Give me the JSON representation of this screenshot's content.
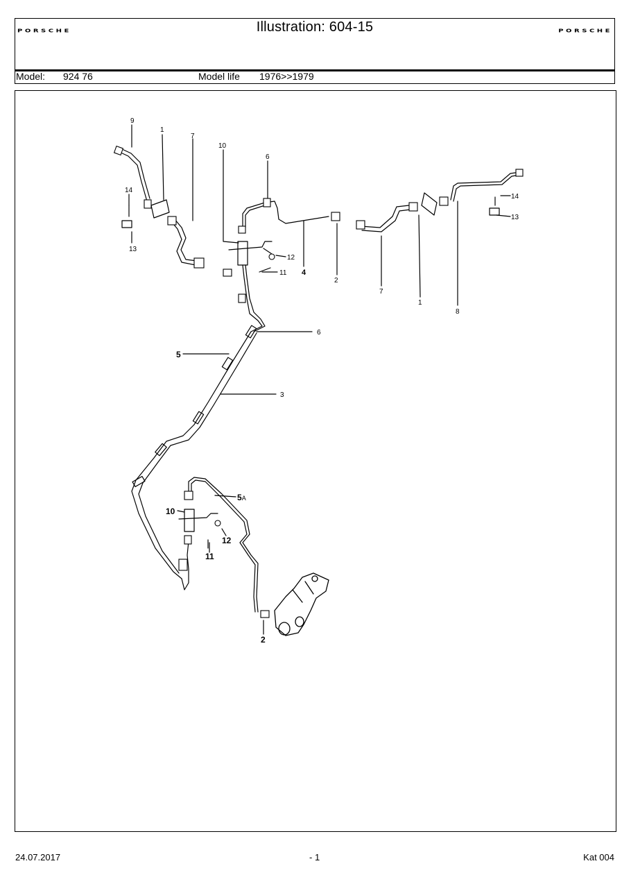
{
  "header": {
    "logo_left": "PORSCHE",
    "logo_right": "PORSCHE",
    "title": "Illustration: 604-15",
    "model_label": "Model:",
    "model_value": "924 76",
    "life_label": "Model life",
    "life_value": "1976>>1979"
  },
  "callouts": {
    "c9": "9",
    "c1a": "1",
    "c7a": "7",
    "c10a": "10",
    "c6a": "6",
    "c14a": "14",
    "c13a": "13",
    "c12a": "12",
    "c11a": "11",
    "c4": "4",
    "c2a": "2",
    "c7b": "7",
    "c1b": "1",
    "c8": "8",
    "c14b": "14",
    "c13b": "13",
    "c6b": "6",
    "c5": "5",
    "c3": "3",
    "c5a": "5",
    "c5a_suffix": "A",
    "c10b": "10",
    "c12b": "12",
    "c11b": "11",
    "c2b": "2"
  },
  "footer": {
    "date": "24.07.2017",
    "page": "- 1",
    "catalog": "Kat 004"
  }
}
